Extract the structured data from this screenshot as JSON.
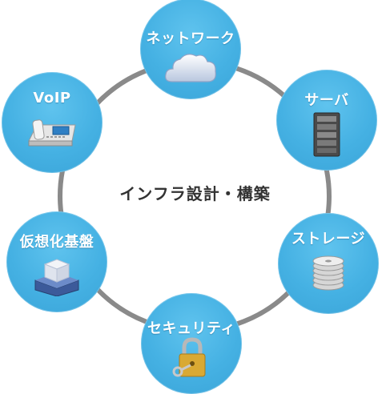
{
  "diagram": {
    "center_title": "インフラ設計・構築",
    "ring_color": "#8a8a8a",
    "node_color": "#45b1e3",
    "nodes": [
      {
        "label": "ネットワーク",
        "icon": "cloud-icon"
      },
      {
        "label": "サーバ",
        "icon": "server-rack-icon"
      },
      {
        "label": "ストレージ",
        "icon": "disk-stack-icon"
      },
      {
        "label": "セキュリティ",
        "icon": "padlock-key-icon"
      },
      {
        "label": "仮想化基盤",
        "icon": "virtual-cube-icon"
      },
      {
        "label": "VoIP",
        "icon": "ip-phone-icon"
      }
    ]
  }
}
